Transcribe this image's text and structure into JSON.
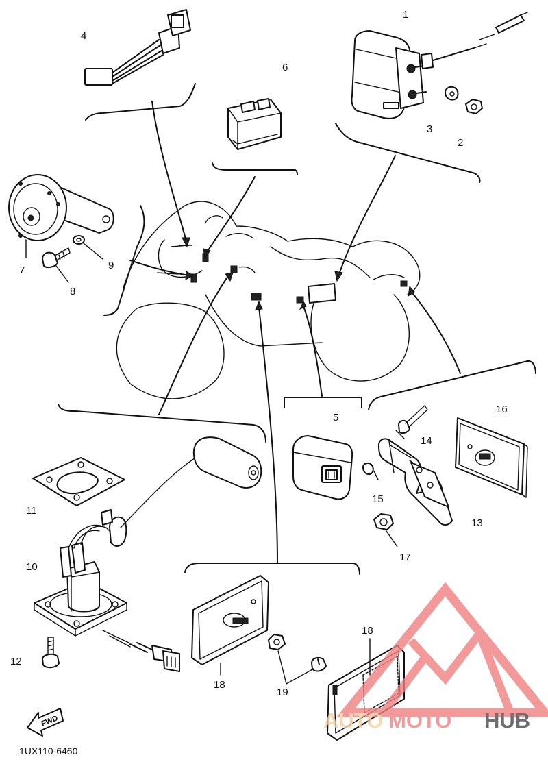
{
  "callouts": {
    "c1": "1",
    "c2": "2",
    "c3": "3",
    "c4": "4",
    "c5": "5",
    "c6": "6",
    "c7": "7",
    "c8": "8",
    "c9": "9",
    "c10": "10",
    "c11": "11",
    "c12": "12",
    "c13": "13",
    "c14": "14",
    "c15": "15",
    "c16": "16",
    "c17": "17",
    "c18a": "18",
    "c18b": "18",
    "c19": "19"
  },
  "fwd_label": "FWD",
  "diagram_code": "1UX110-6460",
  "watermark": {
    "part1": "AUTO",
    "part2": "MOTO",
    "part3": "HUB",
    "color_accent": "#f08080",
    "color_dark": "#4a4a4a"
  }
}
